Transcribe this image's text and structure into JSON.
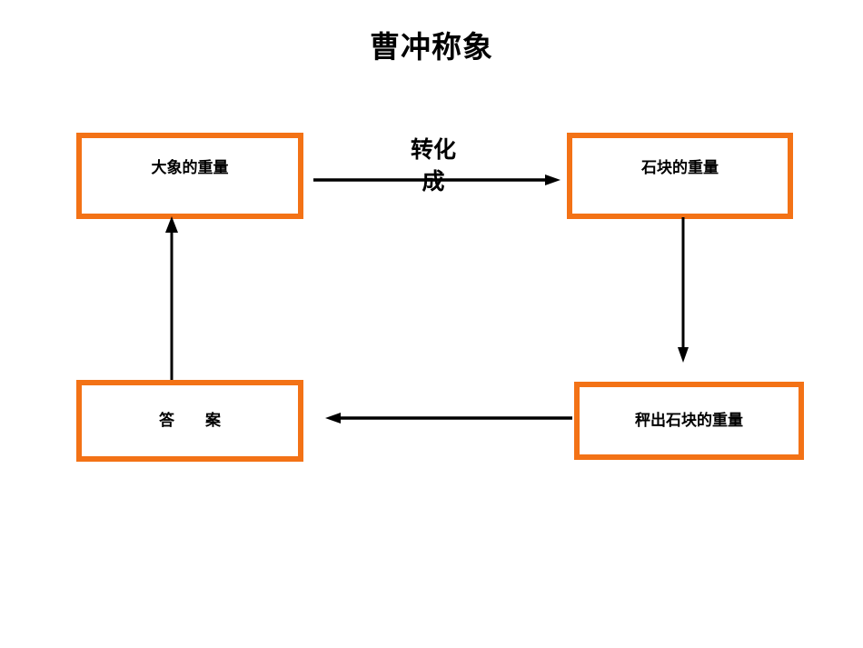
{
  "slide": {
    "background_color": "#FFFFFF",
    "title": "曹冲称象"
  },
  "theme": {
    "box_border_color": "#F37216",
    "box_fill_color": "#FFFFFF",
    "arrow_color": "#000000",
    "text_color": "#000000"
  },
  "diagram": {
    "type": "flow-cycle",
    "nodes": [
      {
        "id": "elephant-weight",
        "label": "大象的重量",
        "position": "top-left"
      },
      {
        "id": "stone-weight",
        "label": "石块的重量",
        "position": "top-right"
      },
      {
        "id": "weigh-stones",
        "label": "秤出石块的重量",
        "position": "bottom-right"
      },
      {
        "id": "answer",
        "label": "答　　案",
        "position": "bottom-left"
      }
    ],
    "edges": [
      {
        "id": "convert",
        "from": "elephant-weight",
        "to": "stone-weight",
        "direction": "right",
        "label": "转化\n成"
      },
      {
        "id": "down-right",
        "from": "stone-weight",
        "to": "weigh-stones",
        "direction": "down",
        "label": ""
      },
      {
        "id": "left-bottom",
        "from": "weigh-stones",
        "to": "answer",
        "direction": "left",
        "label": ""
      },
      {
        "id": "up-left",
        "from": "answer",
        "to": "elephant-weight",
        "direction": "up",
        "label": ""
      }
    ]
  }
}
